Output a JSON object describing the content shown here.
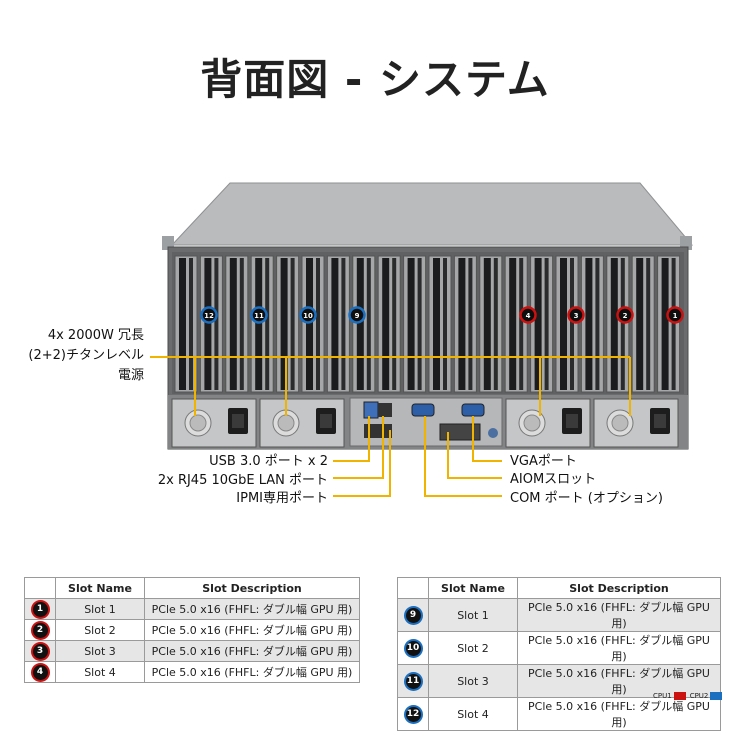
{
  "title": "背面図 - システム",
  "labels": {
    "psu": [
      "4x 2000W 冗長",
      "(2+2)チタンレベル",
      "電源"
    ],
    "usb": "USB 3.0 ポート x 2",
    "lan": "2x RJ45 10GbE LAN ポート",
    "ipmi": "IPMI専用ポート",
    "vga": "VGAポート",
    "aiom": "AIOMスロット",
    "com": "COM ポート (オプション)"
  },
  "slot_badges_top": [
    "12",
    "11",
    "10",
    "9",
    "4",
    "3",
    "2",
    "1"
  ],
  "tables": {
    "left": {
      "headers": [
        "Slot Name",
        "Slot Description"
      ],
      "rows": [
        {
          "badge": "1",
          "name": "Slot 1",
          "desc": "PCle 5.0 x16 (FHFL: ダブル幅 GPU 用)"
        },
        {
          "badge": "2",
          "name": "Slot 2",
          "desc": "PCle 5.0 x16 (FHFL: ダブル幅 GPU 用)"
        },
        {
          "badge": "3",
          "name": "Slot 3",
          "desc": "PCle 5.0 x16 (FHFL: ダブル幅 GPU 用)"
        },
        {
          "badge": "4",
          "name": "Slot 4",
          "desc": "PCle 5.0 x16 (FHFL: ダブル幅 GPU 用)"
        }
      ]
    },
    "right": {
      "headers": [
        "Slot Name",
        "Slot Description"
      ],
      "rows": [
        {
          "badge": "9",
          "name": "Slot 1",
          "desc": "PCle 5.0 x16 (FHFL: ダブル幅 GPU 用)"
        },
        {
          "badge": "10",
          "name": "Slot 2",
          "desc": "PCle 5.0 x16 (FHFL: ダブル幅 GPU 用)"
        },
        {
          "badge": "11",
          "name": "Slot 3",
          "desc": "PCle 5.0 x16 (FHFL: ダブル幅 GPU 用)"
        },
        {
          "badge": "12",
          "name": "Slot 4",
          "desc": "PCle 5.0 x16 (FHFL: ダブル幅 GPU 用)"
        }
      ]
    }
  },
  "legend": {
    "cpu1": "CPU1",
    "cpu2": "CPU2"
  },
  "colors": {
    "cpu1": "#cc1111",
    "cpu2": "#1a6fc0",
    "callout": "#f0b400",
    "badge_bg": "#111111"
  }
}
